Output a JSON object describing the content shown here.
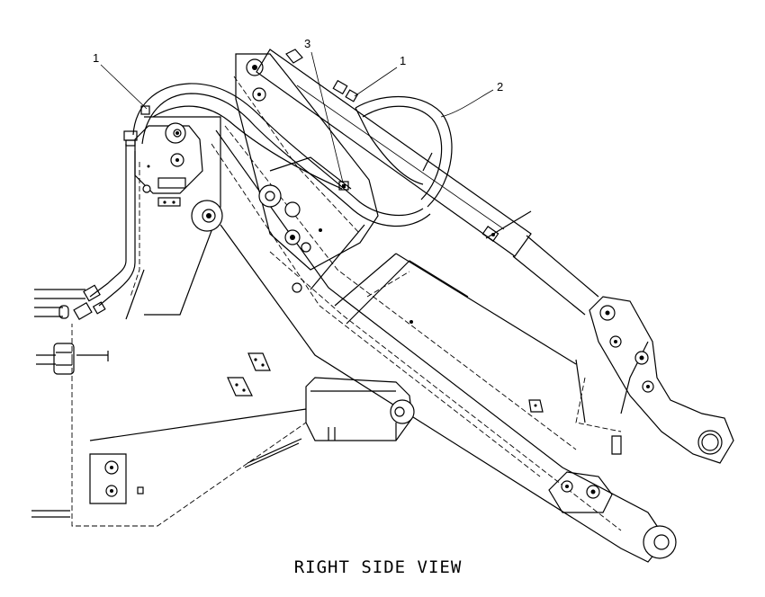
{
  "view_title": "RIGHT SIDE VIEW",
  "callouts": [
    {
      "id": "callout-1-left",
      "label": "1"
    },
    {
      "id": "callout-3",
      "label": "3"
    },
    {
      "id": "callout-1-right",
      "label": "1"
    },
    {
      "id": "callout-2",
      "label": "2"
    }
  ]
}
